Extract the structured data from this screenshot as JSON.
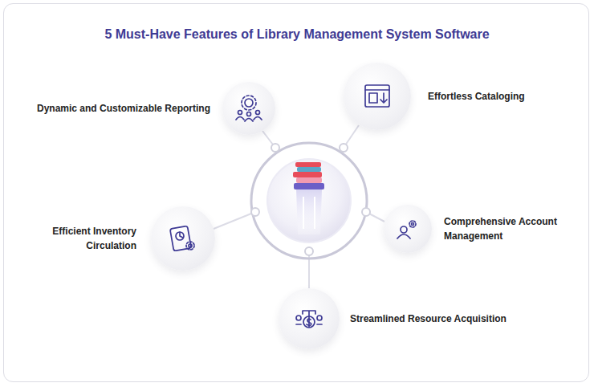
{
  "diagram": {
    "title": "5 Must-Have Features of Library Management System Software",
    "nodes": [
      {
        "text": [
          "Dynamic and Customizable Reporting"
        ]
      },
      {
        "text": [
          "Effortless Cataloging"
        ]
      },
      {
        "text": [
          "Efficient Inventory Circulation"
        ]
      },
      {
        "text": [
          "Comprehensive Account Management"
        ]
      },
      {
        "text": [
          "Streamlined Resource Acquisition"
        ]
      }
    ]
  }
}
